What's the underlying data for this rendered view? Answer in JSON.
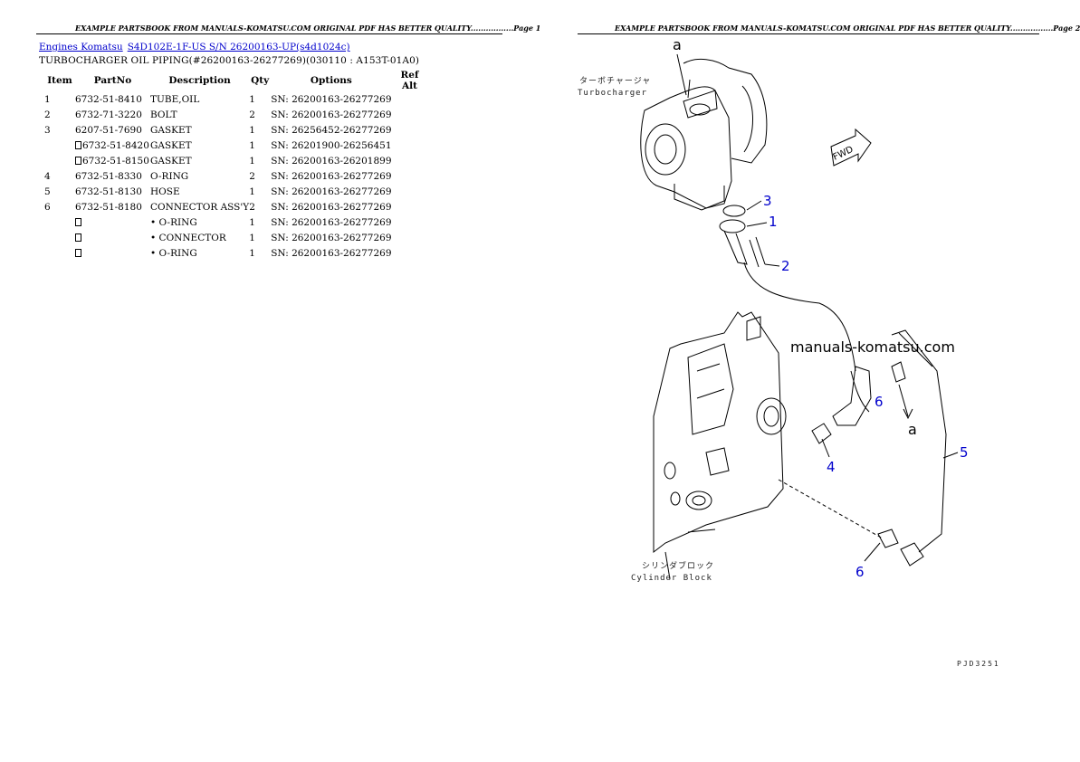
{
  "page1_header": "EXAMPLE PARTSBOOK FROM MANUALS-KOMATSU.COM ORIGINAL PDF HAS BETTER QUALITY.................Page 1",
  "page2_header": "EXAMPLE PARTSBOOK FROM MANUALS-KOMATSU.COM ORIGINAL PDF HAS BETTER QUALITY.................Page 2",
  "breadcrumb": {
    "link1": "Engines Komatsu",
    "link2": "S4D102E-1F-US S/N 26200163-UP(s4d1024c)"
  },
  "subtitle": "TURBOCHARGER OIL PIPING(#26200163-26277269)(030110 : A153T-01A0)",
  "table": {
    "headers": [
      "Item",
      "PartNo",
      "Description",
      "Qty",
      "Options",
      "Ref Alt"
    ],
    "rows": [
      {
        "item": "1",
        "box": false,
        "partno": "6732-51-8410",
        "desc": "TUBE,OIL",
        "qty": "1",
        "options": "SN: 26200163-26277269"
      },
      {
        "item": "2",
        "box": false,
        "partno": "6732-71-3220",
        "desc": "BOLT",
        "qty": "2",
        "options": "SN: 26200163-26277269"
      },
      {
        "item": "3",
        "box": false,
        "partno": "6207-51-7690",
        "desc": "GASKET",
        "qty": "1",
        "options": "SN: 26256452-26277269"
      },
      {
        "item": "",
        "box": true,
        "partno": "6732-51-8420",
        "desc": "GASKET",
        "qty": "1",
        "options": "SN: 26201900-26256451"
      },
      {
        "item": "",
        "box": true,
        "partno": "6732-51-8150",
        "desc": "GASKET",
        "qty": "1",
        "options": "SN: 26200163-26201899"
      },
      {
        "item": "4",
        "box": false,
        "partno": "6732-51-8330",
        "desc": "O-RING",
        "qty": "2",
        "options": "SN: 26200163-26277269"
      },
      {
        "item": "5",
        "box": false,
        "partno": "6732-51-8130",
        "desc": "HOSE",
        "qty": "1",
        "options": "SN: 26200163-26277269"
      },
      {
        "item": "6",
        "box": false,
        "partno": "6732-51-8180",
        "desc": "CONNECTOR ASS'Y",
        "qty": "2",
        "options": "SN: 26200163-26277269"
      },
      {
        "item": "",
        "box": true,
        "partno": "",
        "desc": "• O-RING",
        "qty": "1",
        "options": "SN: 26200163-26277269"
      },
      {
        "item": "",
        "box": true,
        "partno": "",
        "desc": "• CONNECTOR",
        "qty": "1",
        "options": "SN: 26200163-26277269"
      },
      {
        "item": "",
        "box": true,
        "partno": "",
        "desc": "• O-RING",
        "qty": "1",
        "options": "SN: 26200163-26277269"
      }
    ]
  },
  "diagram": {
    "label_a_top": "a",
    "label_turbo_jp": "ターボチャージャ",
    "label_turbo": "Turbocharger",
    "label_fwd": "FWD",
    "callouts": [
      "3",
      "1",
      "2",
      "6",
      "5",
      "4",
      "6"
    ],
    "label_a_right": "a",
    "watermark": "manuals-komatsu.com",
    "label_block_jp": "シリンダブロック",
    "label_block": "Cylinder Block",
    "page_code": "PJD3251"
  },
  "colors": {
    "link": "#0000cc",
    "callout": "#0000cc"
  }
}
